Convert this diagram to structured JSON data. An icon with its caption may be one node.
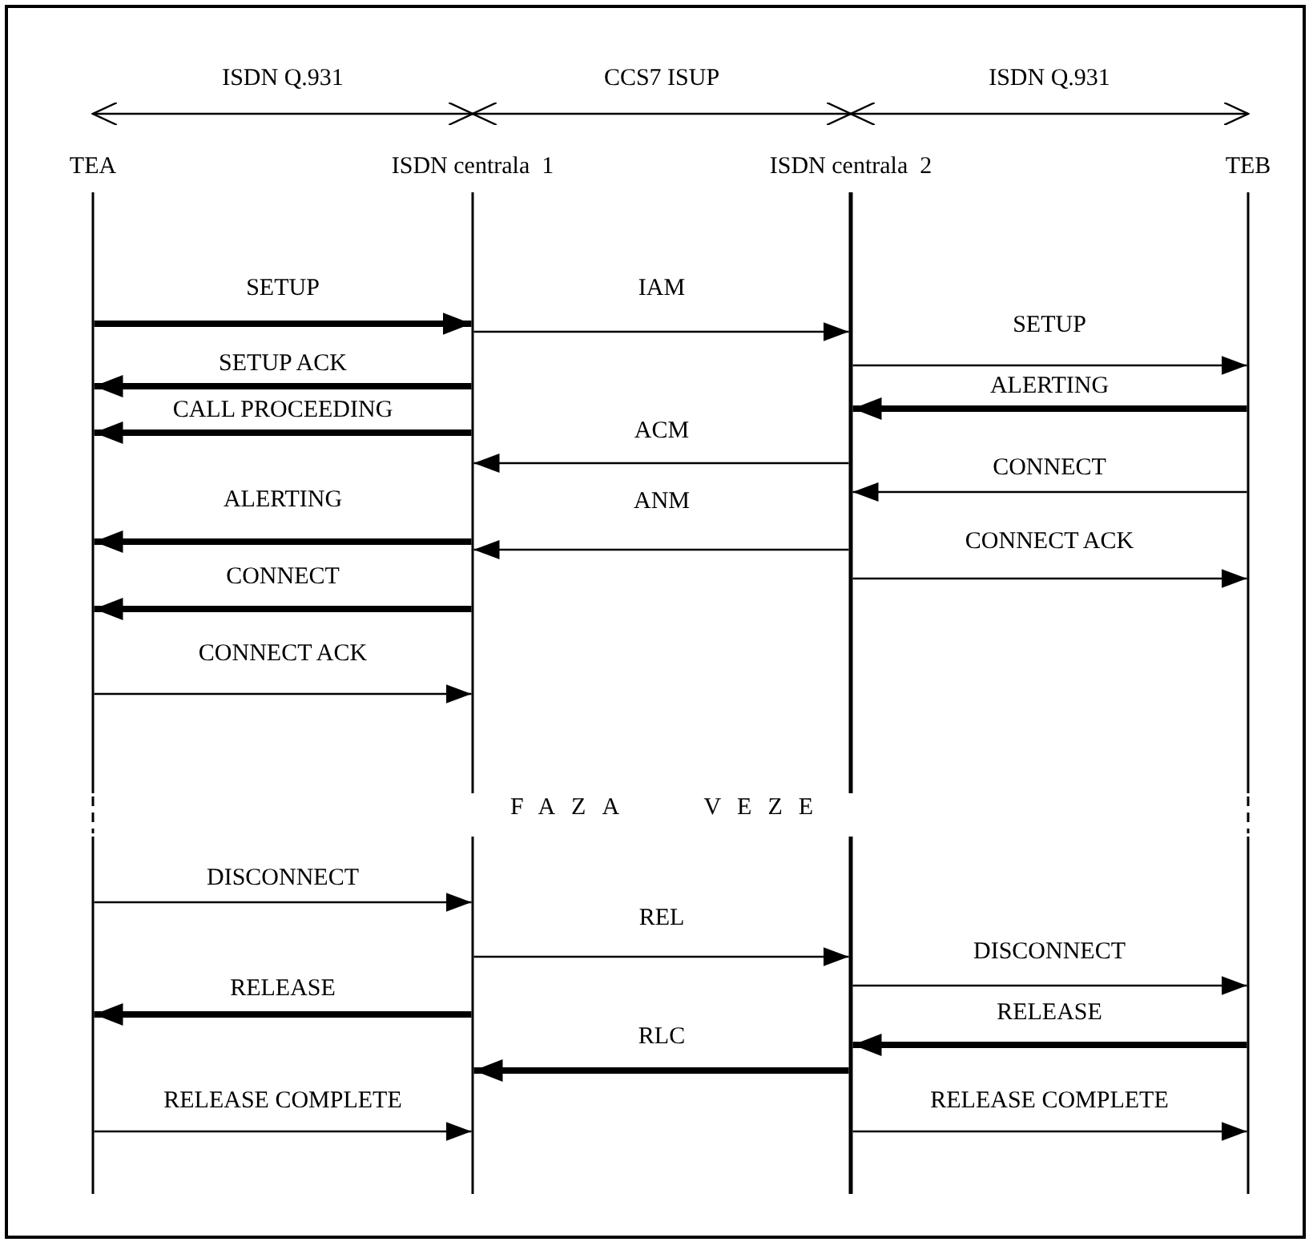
{
  "diagram": {
    "nodes": [
      {
        "text": [
          "TEA"
        ]
      },
      {
        "text": [
          "ISDN centrala  1"
        ]
      },
      {
        "text": [
          "ISDN centrala  2"
        ]
      },
      {
        "text": [
          "TEB"
        ]
      }
    ],
    "edges": [
      {
        "from": 0,
        "to": 1,
        "label": "SETUP",
        "arrow": "to",
        "style": "thick"
      },
      {
        "from": 1,
        "to": 2,
        "label": "IAM",
        "arrow": "to"
      },
      {
        "from": 2,
        "to": 3,
        "label": "SETUP",
        "arrow": "to"
      },
      {
        "from": 1,
        "to": 0,
        "label": "SETUP ACK",
        "arrow": "to",
        "style": "thick"
      },
      {
        "from": 3,
        "to": 2,
        "label": "ALERTING",
        "arrow": "to",
        "style": "thick"
      },
      {
        "from": 1,
        "to": 0,
        "label": "CALL PROCEEDING",
        "arrow": "to",
        "style": "thick"
      },
      {
        "from": 2,
        "to": 1,
        "label": "ACM",
        "arrow": "to"
      },
      {
        "from": 3,
        "to": 2,
        "label": "CONNECT",
        "arrow": "to"
      },
      {
        "from": 1,
        "to": 0,
        "label": "ALERTING",
        "arrow": "to",
        "style": "thick"
      },
      {
        "from": 2,
        "to": 1,
        "label": "ANM",
        "arrow": "to"
      },
      {
        "from": 2,
        "to": 3,
        "label": "CONNECT ACK",
        "arrow": "to"
      },
      {
        "from": 1,
        "to": 0,
        "label": "CONNECT",
        "arrow": "to",
        "style": "thick"
      },
      {
        "from": 0,
        "to": 1,
        "label": "CONNECT ACK",
        "arrow": "to"
      },
      {
        "from": 0,
        "to": 1,
        "label": "DISCONNECT",
        "arrow": "to"
      },
      {
        "from": 1,
        "to": 2,
        "label": "REL",
        "arrow": "to"
      },
      {
        "from": 2,
        "to": 3,
        "label": "DISCONNECT",
        "arrow": "to"
      },
      {
        "from": 1,
        "to": 0,
        "label": "RELEASE",
        "arrow": "to",
        "style": "thick"
      },
      {
        "from": 3,
        "to": 2,
        "label": "RELEASE",
        "arrow": "to",
        "style": "thick"
      },
      {
        "from": 2,
        "to": 1,
        "label": "RLC",
        "arrow": "to",
        "style": "thick"
      },
      {
        "from": 0,
        "to": 1,
        "label": "RELEASE COMPLETE",
        "arrow": "to"
      },
      {
        "from": 2,
        "to": 3,
        "label": "RELEASE COMPLETE",
        "arrow": "to"
      }
    ],
    "labels": [
      "ISDN Q.931",
      "CCS7 ISUP",
      "ISDN Q.931",
      "FAZA VEZE"
    ]
  }
}
